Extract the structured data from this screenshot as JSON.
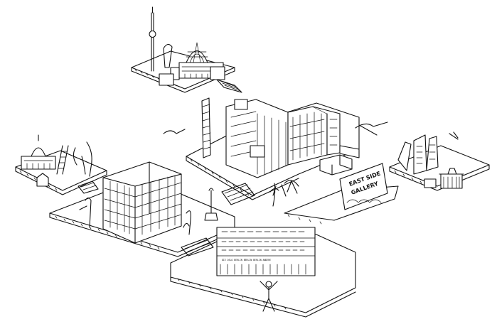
{
  "illustration": {
    "gallery_sign": {
      "line1": "EAST SIDE",
      "line2": "GALLERY"
    },
    "banner_text": "DIE OSLO BERLIN BERLIN BERLIN ANDERE"
  }
}
